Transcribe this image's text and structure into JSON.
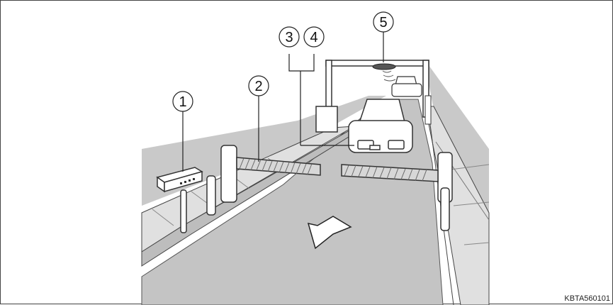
{
  "callouts": [
    {
      "id": "c1",
      "label": "1"
    },
    {
      "id": "c2",
      "label": "2"
    },
    {
      "id": "c3",
      "label": "3"
    },
    {
      "id": "c4",
      "label": "4"
    },
    {
      "id": "c5",
      "label": "5"
    }
  ],
  "figure_code": "KBTA560101",
  "colors": {
    "ground": "#c8c8c8",
    "road": "#c4c4c4",
    "curb": "#e2e2e2",
    "line": "#333333",
    "vehicle": "#ffffff"
  }
}
